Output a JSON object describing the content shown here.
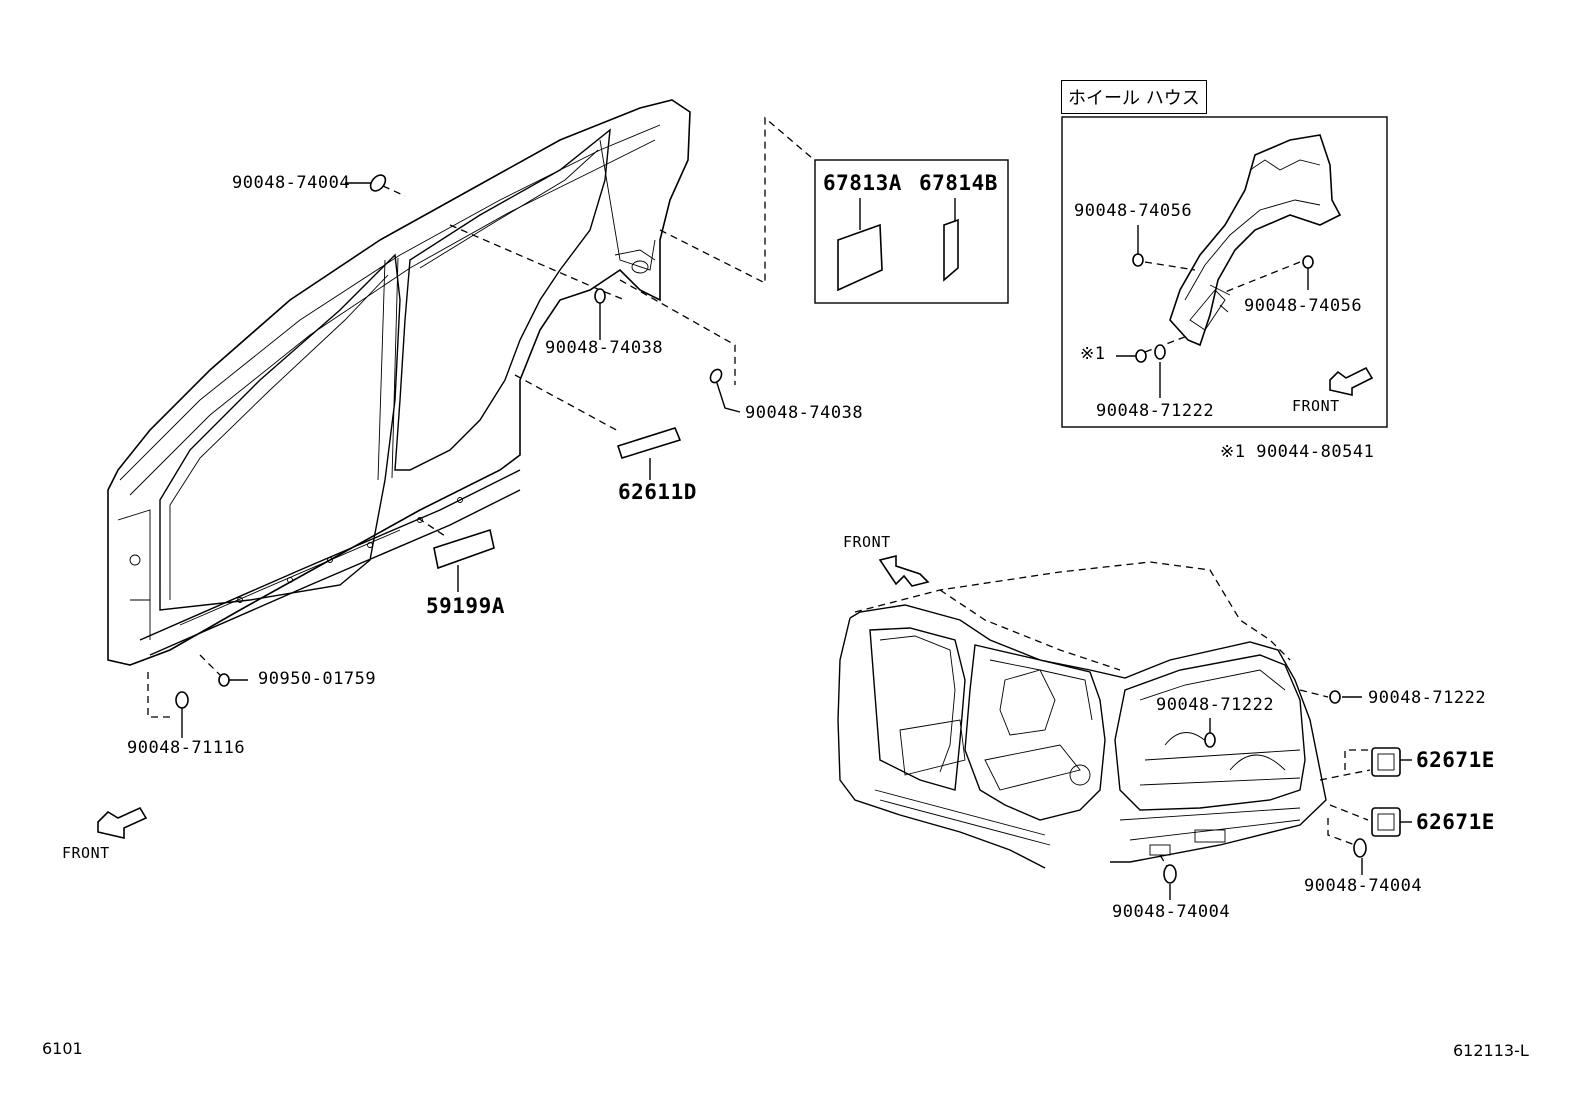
{
  "wheel_house_title": "ホイール ハウス",
  "note": "※1 90044-80541",
  "note_mark": "※1",
  "front_label": "FRONT",
  "sheet_number": "6101",
  "figure_code": "612113-L",
  "parts": {
    "p_67813A": "67813A",
    "p_67814B": "67814B",
    "p_62611D": "62611D",
    "p_59199A": "59199A",
    "p_62671E_upper": "62671E",
    "p_62671E_lower": "62671E",
    "plug_top_left": "90048-74004",
    "plug_pillar_a": "90048-74038",
    "plug_pillar_b": "90048-74038",
    "plug_sill": "90950-01759",
    "plug_lower_left": "90048-71116",
    "wh_plug_upper": "90048-74056",
    "wh_plug_right": "90048-74056",
    "wh_plug_bottom": "90048-71222",
    "car_plug_inner": "90048-71222",
    "car_plug_right": "90048-71222",
    "car_plug_bottom": "90048-74004",
    "car_plug_bottom_right": "90048-74004"
  },
  "icons": [
    "front-arrow-icon",
    "plug-icon",
    "pad-icon"
  ]
}
